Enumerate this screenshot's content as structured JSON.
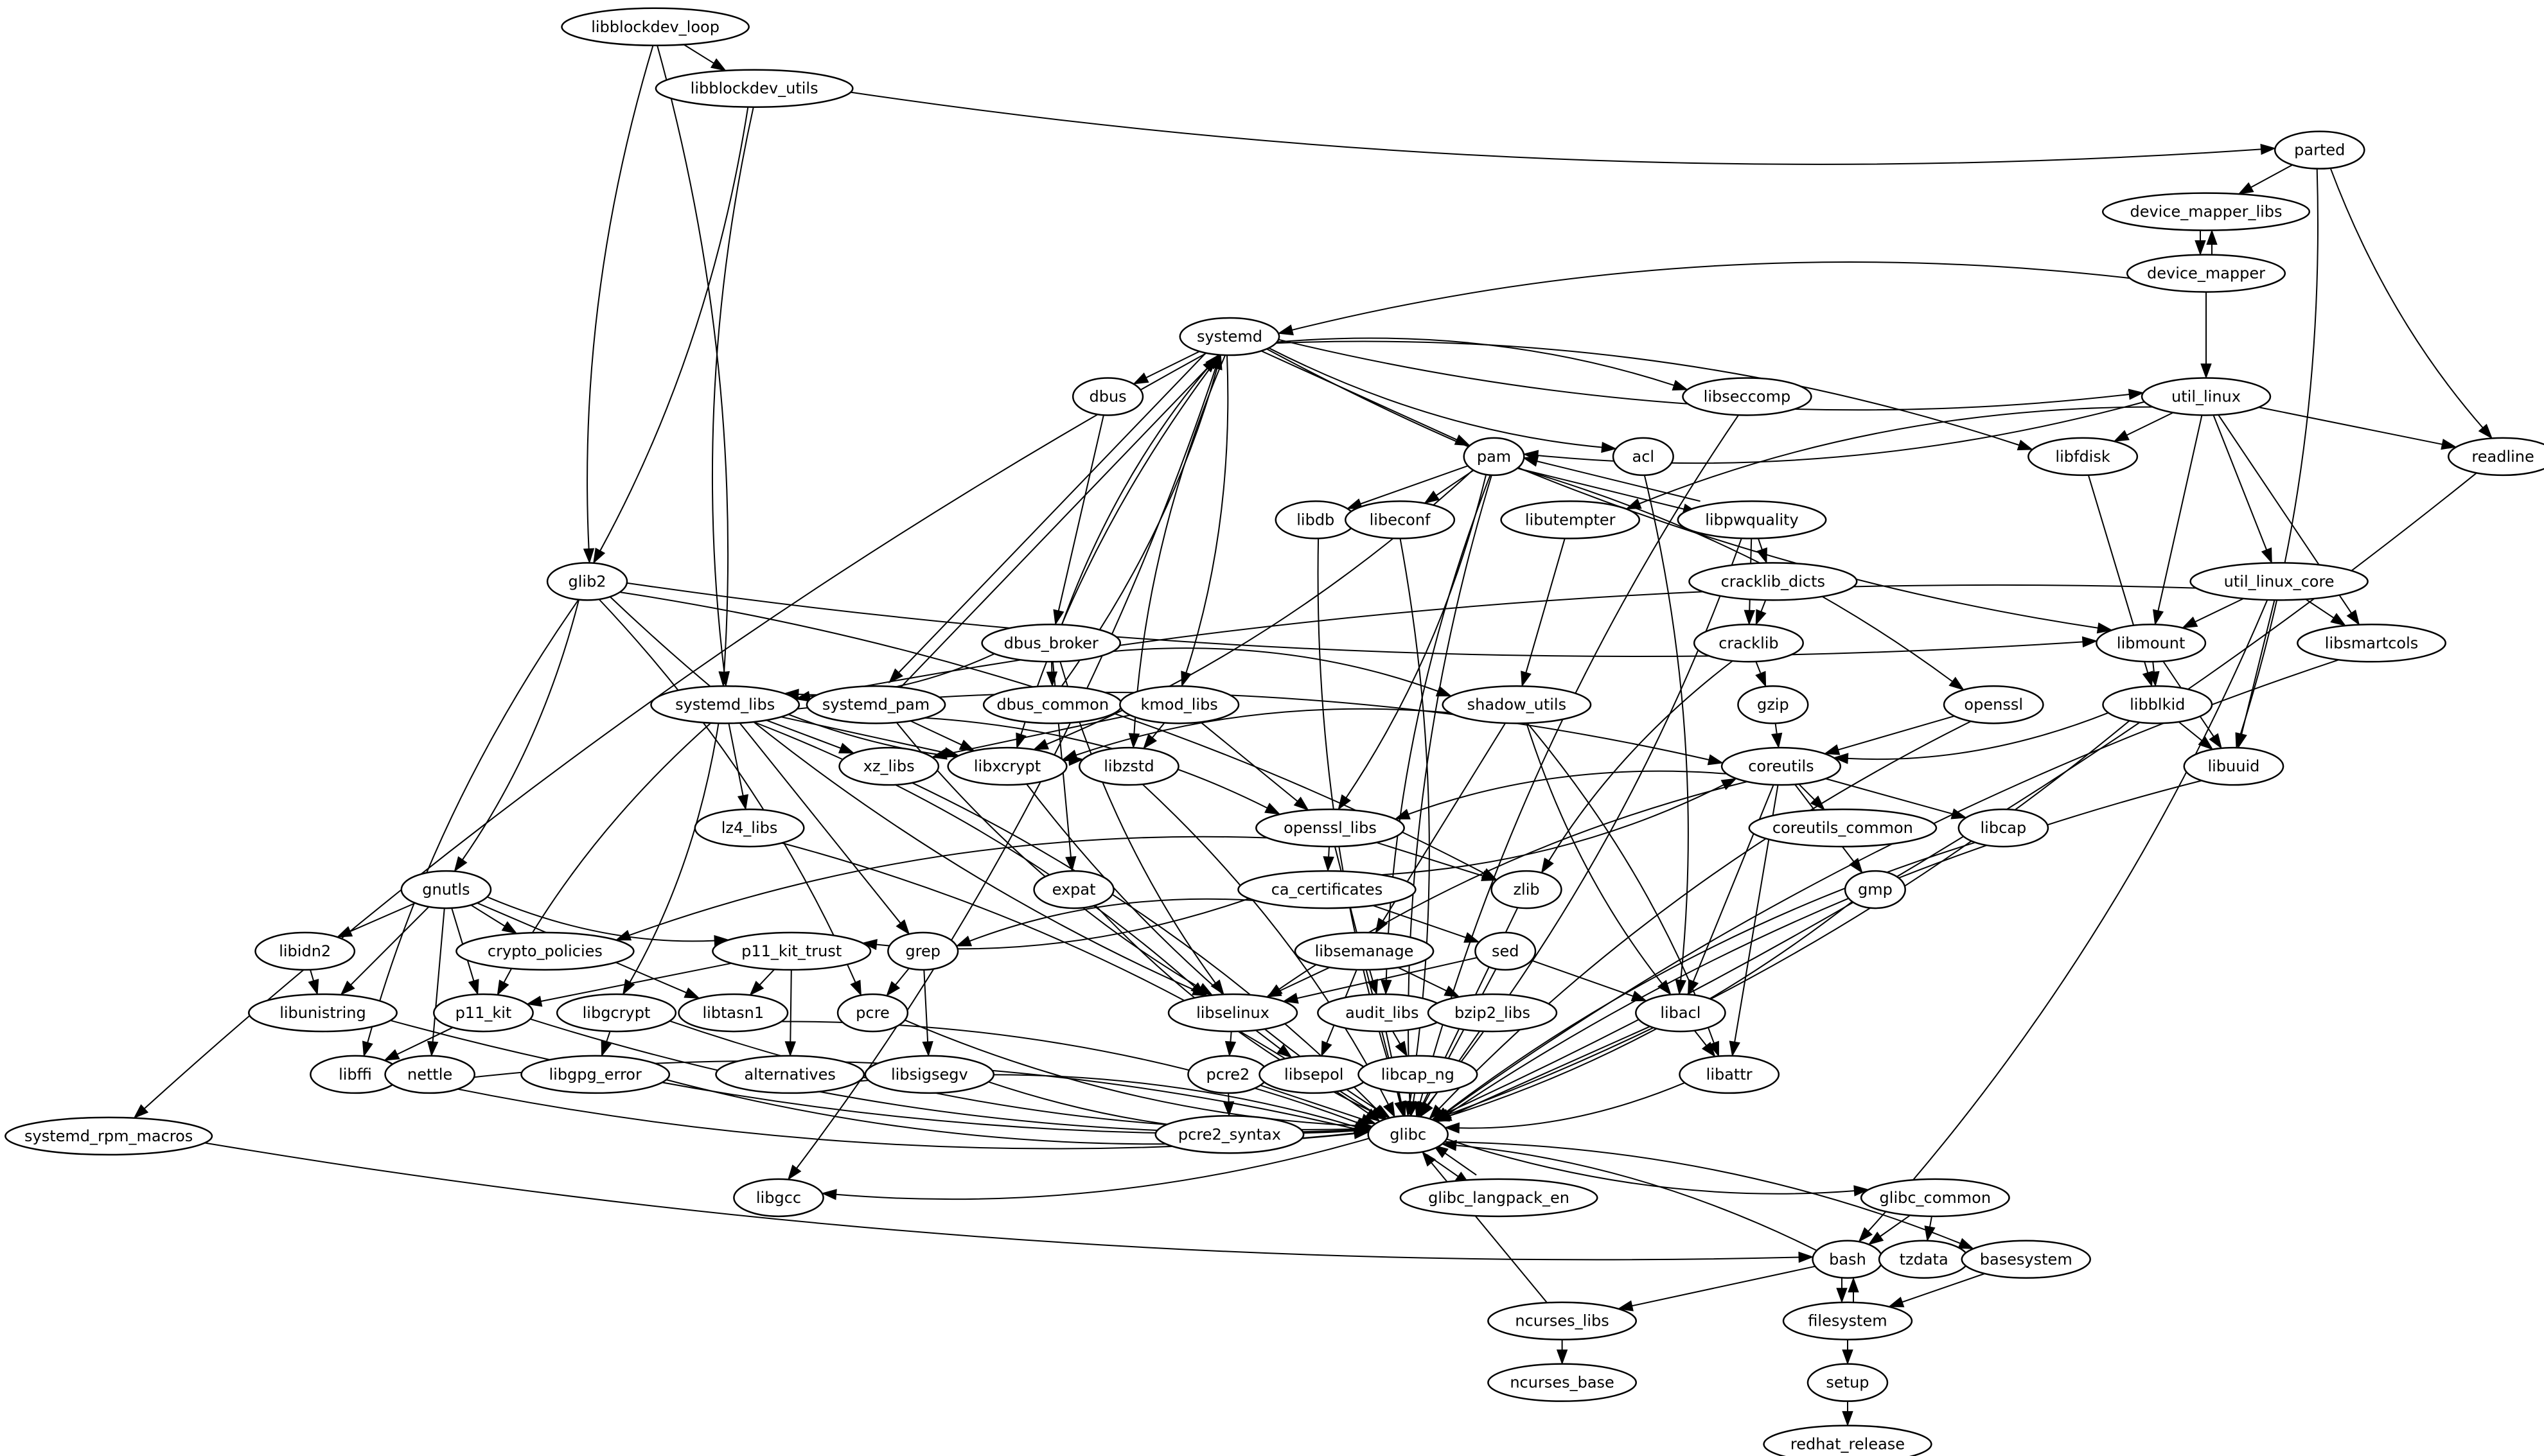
{
  "diagram": {
    "type": "directed-dependency-graph",
    "nodes": [
      "libblockdev_loop",
      "libblockdev_utils",
      "parted",
      "device_mapper_libs",
      "device_mapper",
      "systemd",
      "dbus",
      "libseccomp",
      "util_linux",
      "pam",
      "acl",
      "libfdisk",
      "readline",
      "libdb",
      "libeconf",
      "libutempter",
      "libpwquality",
      "cracklib_dicts",
      "glib2",
      "util_linux_core",
      "cracklib",
      "dbus_broker",
      "libmount",
      "libsmartcols",
      "systemd_libs",
      "systemd_pam",
      "dbus_common",
      "kmod_libs",
      "shadow_utils",
      "gzip",
      "openssl",
      "libblkid",
      "xz_libs",
      "libxcrypt",
      "libzstd",
      "coreutils",
      "libuuid",
      "lz4_libs",
      "openssl_libs",
      "coreutils_common",
      "libcap",
      "gnutls",
      "expat",
      "ca_certificates",
      "zlib",
      "gmp",
      "libidn2",
      "crypto_policies",
      "p11_kit_trust",
      "grep",
      "libsemanage",
      "sed",
      "libunistring",
      "p11_kit",
      "libgcrypt",
      "libtasn1",
      "pcre",
      "libselinux",
      "audit_libs",
      "bzip2_libs",
      "libacl",
      "libffi",
      "nettle",
      "libgpg_error",
      "alternatives",
      "libsigsegv",
      "pcre2",
      "libsepol",
      "libcap_ng",
      "libattr",
      "systemd_rpm_macros",
      "glibc",
      "pcre2_syntax",
      "libgcc",
      "glibc_langpack_en",
      "glibc_common",
      "bash",
      "tzdata",
      "basesystem",
      "ncurses_libs",
      "filesystem",
      "ncurses_base",
      "setup",
      "redhat_release"
    ],
    "edges": [
      [
        "libblockdev_loop",
        "libblockdev_utils"
      ],
      [
        "libblockdev_loop",
        "glib2"
      ],
      [
        "libblockdev_loop",
        "systemd_libs"
      ],
      [
        "libblockdev_utils",
        "parted"
      ],
      [
        "libblockdev_utils",
        "glib2"
      ],
      [
        "libblockdev_utils",
        "systemd_libs"
      ],
      [
        "parted",
        "device_mapper_libs"
      ],
      [
        "parted",
        "readline"
      ],
      [
        "parted",
        "libuuid"
      ],
      [
        "device_mapper_libs",
        "device_mapper"
      ],
      [
        "device_mapper",
        "device_mapper_libs"
      ],
      [
        "device_mapper",
        "systemd"
      ],
      [
        "device_mapper",
        "util_linux"
      ],
      [
        "systemd",
        "dbus"
      ],
      [
        "systemd",
        "libseccomp"
      ],
      [
        "systemd",
        "util_linux"
      ],
      [
        "systemd",
        "pam"
      ],
      [
        "systemd",
        "acl"
      ],
      [
        "systemd",
        "libfdisk"
      ],
      [
        "systemd",
        "libmount"
      ],
      [
        "systemd",
        "kmod_libs"
      ],
      [
        "systemd",
        "libzstd"
      ],
      [
        "systemd",
        "systemd_pam"
      ],
      [
        "systemd",
        "systemd_rpm_macros"
      ],
      [
        "systemd",
        "libgcc"
      ],
      [
        "systemd",
        "libxcrypt"
      ],
      [
        "systemd_pam",
        "systemd"
      ],
      [
        "dbus_common",
        "systemd"
      ],
      [
        "dbus_broker",
        "systemd"
      ],
      [
        "dbus",
        "dbus_broker"
      ],
      [
        "dbus_broker",
        "systemd_libs"
      ],
      [
        "dbus_broker",
        "dbus_common"
      ],
      [
        "dbus_broker",
        "shadow_utils"
      ],
      [
        "dbus_broker",
        "libselinux"
      ],
      [
        "dbus_broker",
        "expat"
      ],
      [
        "libseccomp",
        "glibc"
      ],
      [
        "util_linux",
        "pam"
      ],
      [
        "util_linux",
        "libutempter"
      ],
      [
        "util_linux",
        "libfdisk"
      ],
      [
        "util_linux",
        "readline"
      ],
      [
        "util_linux",
        "libmount"
      ],
      [
        "util_linux",
        "util_linux_core"
      ],
      [
        "util_linux",
        "libsmartcols"
      ],
      [
        "pam",
        "libdb"
      ],
      [
        "pam",
        "libeconf"
      ],
      [
        "pam",
        "libpwquality"
      ],
      [
        "pam",
        "openssl_libs"
      ],
      [
        "pam",
        "audit_libs"
      ],
      [
        "pam",
        "libxcrypt"
      ],
      [
        "pam",
        "glibc"
      ],
      [
        "pam",
        "openssl"
      ],
      [
        "libpwquality",
        "pam"
      ],
      [
        "libpwquality",
        "cracklib_dicts"
      ],
      [
        "libpwquality",
        "cracklib"
      ],
      [
        "libpwquality",
        "glibc"
      ],
      [
        "cracklib_dicts",
        "cracklib"
      ],
      [
        "cracklib",
        "gzip"
      ],
      [
        "cracklib",
        "zlib"
      ],
      [
        "acl",
        "libacl"
      ],
      [
        "libfdisk",
        "libblkid"
      ],
      [
        "readline",
        "glibc"
      ],
      [
        "libdb",
        "glibc"
      ],
      [
        "libeconf",
        "glibc"
      ],
      [
        "libutempter",
        "shadow_utils"
      ],
      [
        "glib2",
        "gnutls"
      ],
      [
        "glib2",
        "libffi"
      ],
      [
        "glib2",
        "pcre"
      ],
      [
        "glib2",
        "libmount"
      ],
      [
        "glib2",
        "zlib"
      ],
      [
        "glib2",
        "libselinux"
      ],
      [
        "util_linux_core",
        "libmount"
      ],
      [
        "util_linux_core",
        "libsmartcols"
      ],
      [
        "util_linux_core",
        "libuuid"
      ],
      [
        "util_linux_core",
        "systemd_libs"
      ],
      [
        "util_linux_core",
        "bash"
      ],
      [
        "libmount",
        "libblkid"
      ],
      [
        "libmount",
        "libuuid"
      ],
      [
        "libsmartcols",
        "glibc"
      ],
      [
        "systemd_libs",
        "lz4_libs"
      ],
      [
        "systemd_libs",
        "xz_libs"
      ],
      [
        "systemd_libs",
        "libxcrypt"
      ],
      [
        "systemd_libs",
        "libzstd"
      ],
      [
        "systemd_libs",
        "coreutils"
      ],
      [
        "systemd_libs",
        "grep"
      ],
      [
        "systemd_libs",
        "libgcrypt"
      ],
      [
        "systemd_libs",
        "p11_kit"
      ],
      [
        "systemd_libs",
        "libselinux"
      ],
      [
        "systemd_pam",
        "libxcrypt"
      ],
      [
        "systemd_pam",
        "openssl_libs"
      ],
      [
        "systemd_pam",
        "libselinux"
      ],
      [
        "kmod_libs",
        "libzstd"
      ],
      [
        "kmod_libs",
        "xz_libs"
      ],
      [
        "kmod_libs",
        "openssl_libs"
      ],
      [
        "shadow_utils",
        "libxcrypt"
      ],
      [
        "shadow_utils",
        "libsemanage"
      ],
      [
        "shadow_utils",
        "libacl"
      ],
      [
        "shadow_utils",
        "libattr"
      ],
      [
        "gzip",
        "coreutils"
      ],
      [
        "openssl",
        "coreutils"
      ],
      [
        "openssl",
        "glibc"
      ],
      [
        "libblkid",
        "coreutils"
      ],
      [
        "libblkid",
        "libuuid"
      ],
      [
        "libblkid",
        "glibc"
      ],
      [
        "libuuid",
        "glibc"
      ],
      [
        "xz_libs",
        "glibc"
      ],
      [
        "libxcrypt",
        "glibc"
      ],
      [
        "libzstd",
        "glibc"
      ],
      [
        "coreutils",
        "openssl_libs"
      ],
      [
        "coreutils",
        "coreutils_common"
      ],
      [
        "coreutils",
        "libcap"
      ],
      [
        "coreutils",
        "gmp"
      ],
      [
        "coreutils",
        "libacl"
      ],
      [
        "coreutils",
        "libattr"
      ],
      [
        "coreutils",
        "libselinux"
      ],
      [
        "lz4_libs",
        "glibc"
      ],
      [
        "openssl_libs",
        "ca_certificates"
      ],
      [
        "openssl_libs",
        "zlib"
      ],
      [
        "openssl_libs",
        "crypto_policies"
      ],
      [
        "openssl_libs",
        "glibc"
      ],
      [
        "ca_certificates",
        "coreutils"
      ],
      [
        "ca_certificates",
        "p11_kit_trust"
      ],
      [
        "ca_certificates",
        "grep"
      ],
      [
        "ca_certificates",
        "sed"
      ],
      [
        "libcap",
        "glibc"
      ],
      [
        "gmp",
        "glibc"
      ],
      [
        "expat",
        "glibc"
      ],
      [
        "zlib",
        "glibc"
      ],
      [
        "gnutls",
        "libidn2"
      ],
      [
        "gnutls",
        "crypto_policies"
      ],
      [
        "gnutls",
        "p11_kit_trust"
      ],
      [
        "gnutls",
        "libunistring"
      ],
      [
        "gnutls",
        "p11_kit"
      ],
      [
        "gnutls",
        "nettle"
      ],
      [
        "gnutls",
        "libtasn1"
      ],
      [
        "libidn2",
        "libunistring"
      ],
      [
        "p11_kit_trust",
        "p11_kit"
      ],
      [
        "p11_kit_trust",
        "libtasn1"
      ],
      [
        "p11_kit_trust",
        "alternatives"
      ],
      [
        "grep",
        "pcre"
      ],
      [
        "grep",
        "libsigsegv"
      ],
      [
        "libsemanage",
        "libselinux"
      ],
      [
        "libsemanage",
        "audit_libs"
      ],
      [
        "libsemanage",
        "bzip2_libs"
      ],
      [
        "libsemanage",
        "libsepol"
      ],
      [
        "sed",
        "libselinux"
      ],
      [
        "sed",
        "libacl"
      ],
      [
        "sed",
        "glibc"
      ],
      [
        "libunistring",
        "glibc"
      ],
      [
        "p11_kit",
        "libffi"
      ],
      [
        "p11_kit",
        "glibc"
      ],
      [
        "libgcrypt",
        "libgpg_error"
      ],
      [
        "libgcrypt",
        "glibc"
      ],
      [
        "libtasn1",
        "glibc"
      ],
      [
        "pcre",
        "glibc"
      ],
      [
        "libselinux",
        "pcre2"
      ],
      [
        "libselinux",
        "libsepol"
      ],
      [
        "audit_libs",
        "libcap_ng"
      ],
      [
        "audit_libs",
        "glibc"
      ],
      [
        "bzip2_libs",
        "glibc"
      ],
      [
        "libacl",
        "libattr"
      ],
      [
        "libacl",
        "glibc"
      ],
      [
        "libffi",
        "glibc"
      ],
      [
        "nettle",
        "glibc"
      ],
      [
        "libgpg_error",
        "glibc"
      ],
      [
        "alternatives",
        "glibc"
      ],
      [
        "libsigsegv",
        "glibc"
      ],
      [
        "pcre2",
        "glibc"
      ],
      [
        "pcre2",
        "pcre2_syntax"
      ],
      [
        "libsepol",
        "glibc"
      ],
      [
        "libcap_ng",
        "glibc"
      ],
      [
        "libattr",
        "glibc"
      ],
      [
        "systemd_rpm_macros",
        "bash"
      ],
      [
        "glibc",
        "libgcc"
      ],
      [
        "glibc",
        "glibc_langpack_en"
      ],
      [
        "glibc_langpack_en",
        "glibc"
      ],
      [
        "glibc",
        "glibc_common"
      ],
      [
        "glibc",
        "basesystem"
      ],
      [
        "glibc_common",
        "bash"
      ],
      [
        "glibc_common",
        "tzdata"
      ],
      [
        "bash",
        "glibc"
      ],
      [
        "bash",
        "ncurses_libs"
      ],
      [
        "bash",
        "filesystem"
      ],
      [
        "filesystem",
        "bash"
      ],
      [
        "basesystem",
        "filesystem"
      ],
      [
        "ncurses_libs",
        "glibc"
      ],
      [
        "ncurses_libs",
        "ncurses_base"
      ],
      [
        "filesystem",
        "setup"
      ],
      [
        "setup",
        "redhat_release"
      ]
    ]
  }
}
